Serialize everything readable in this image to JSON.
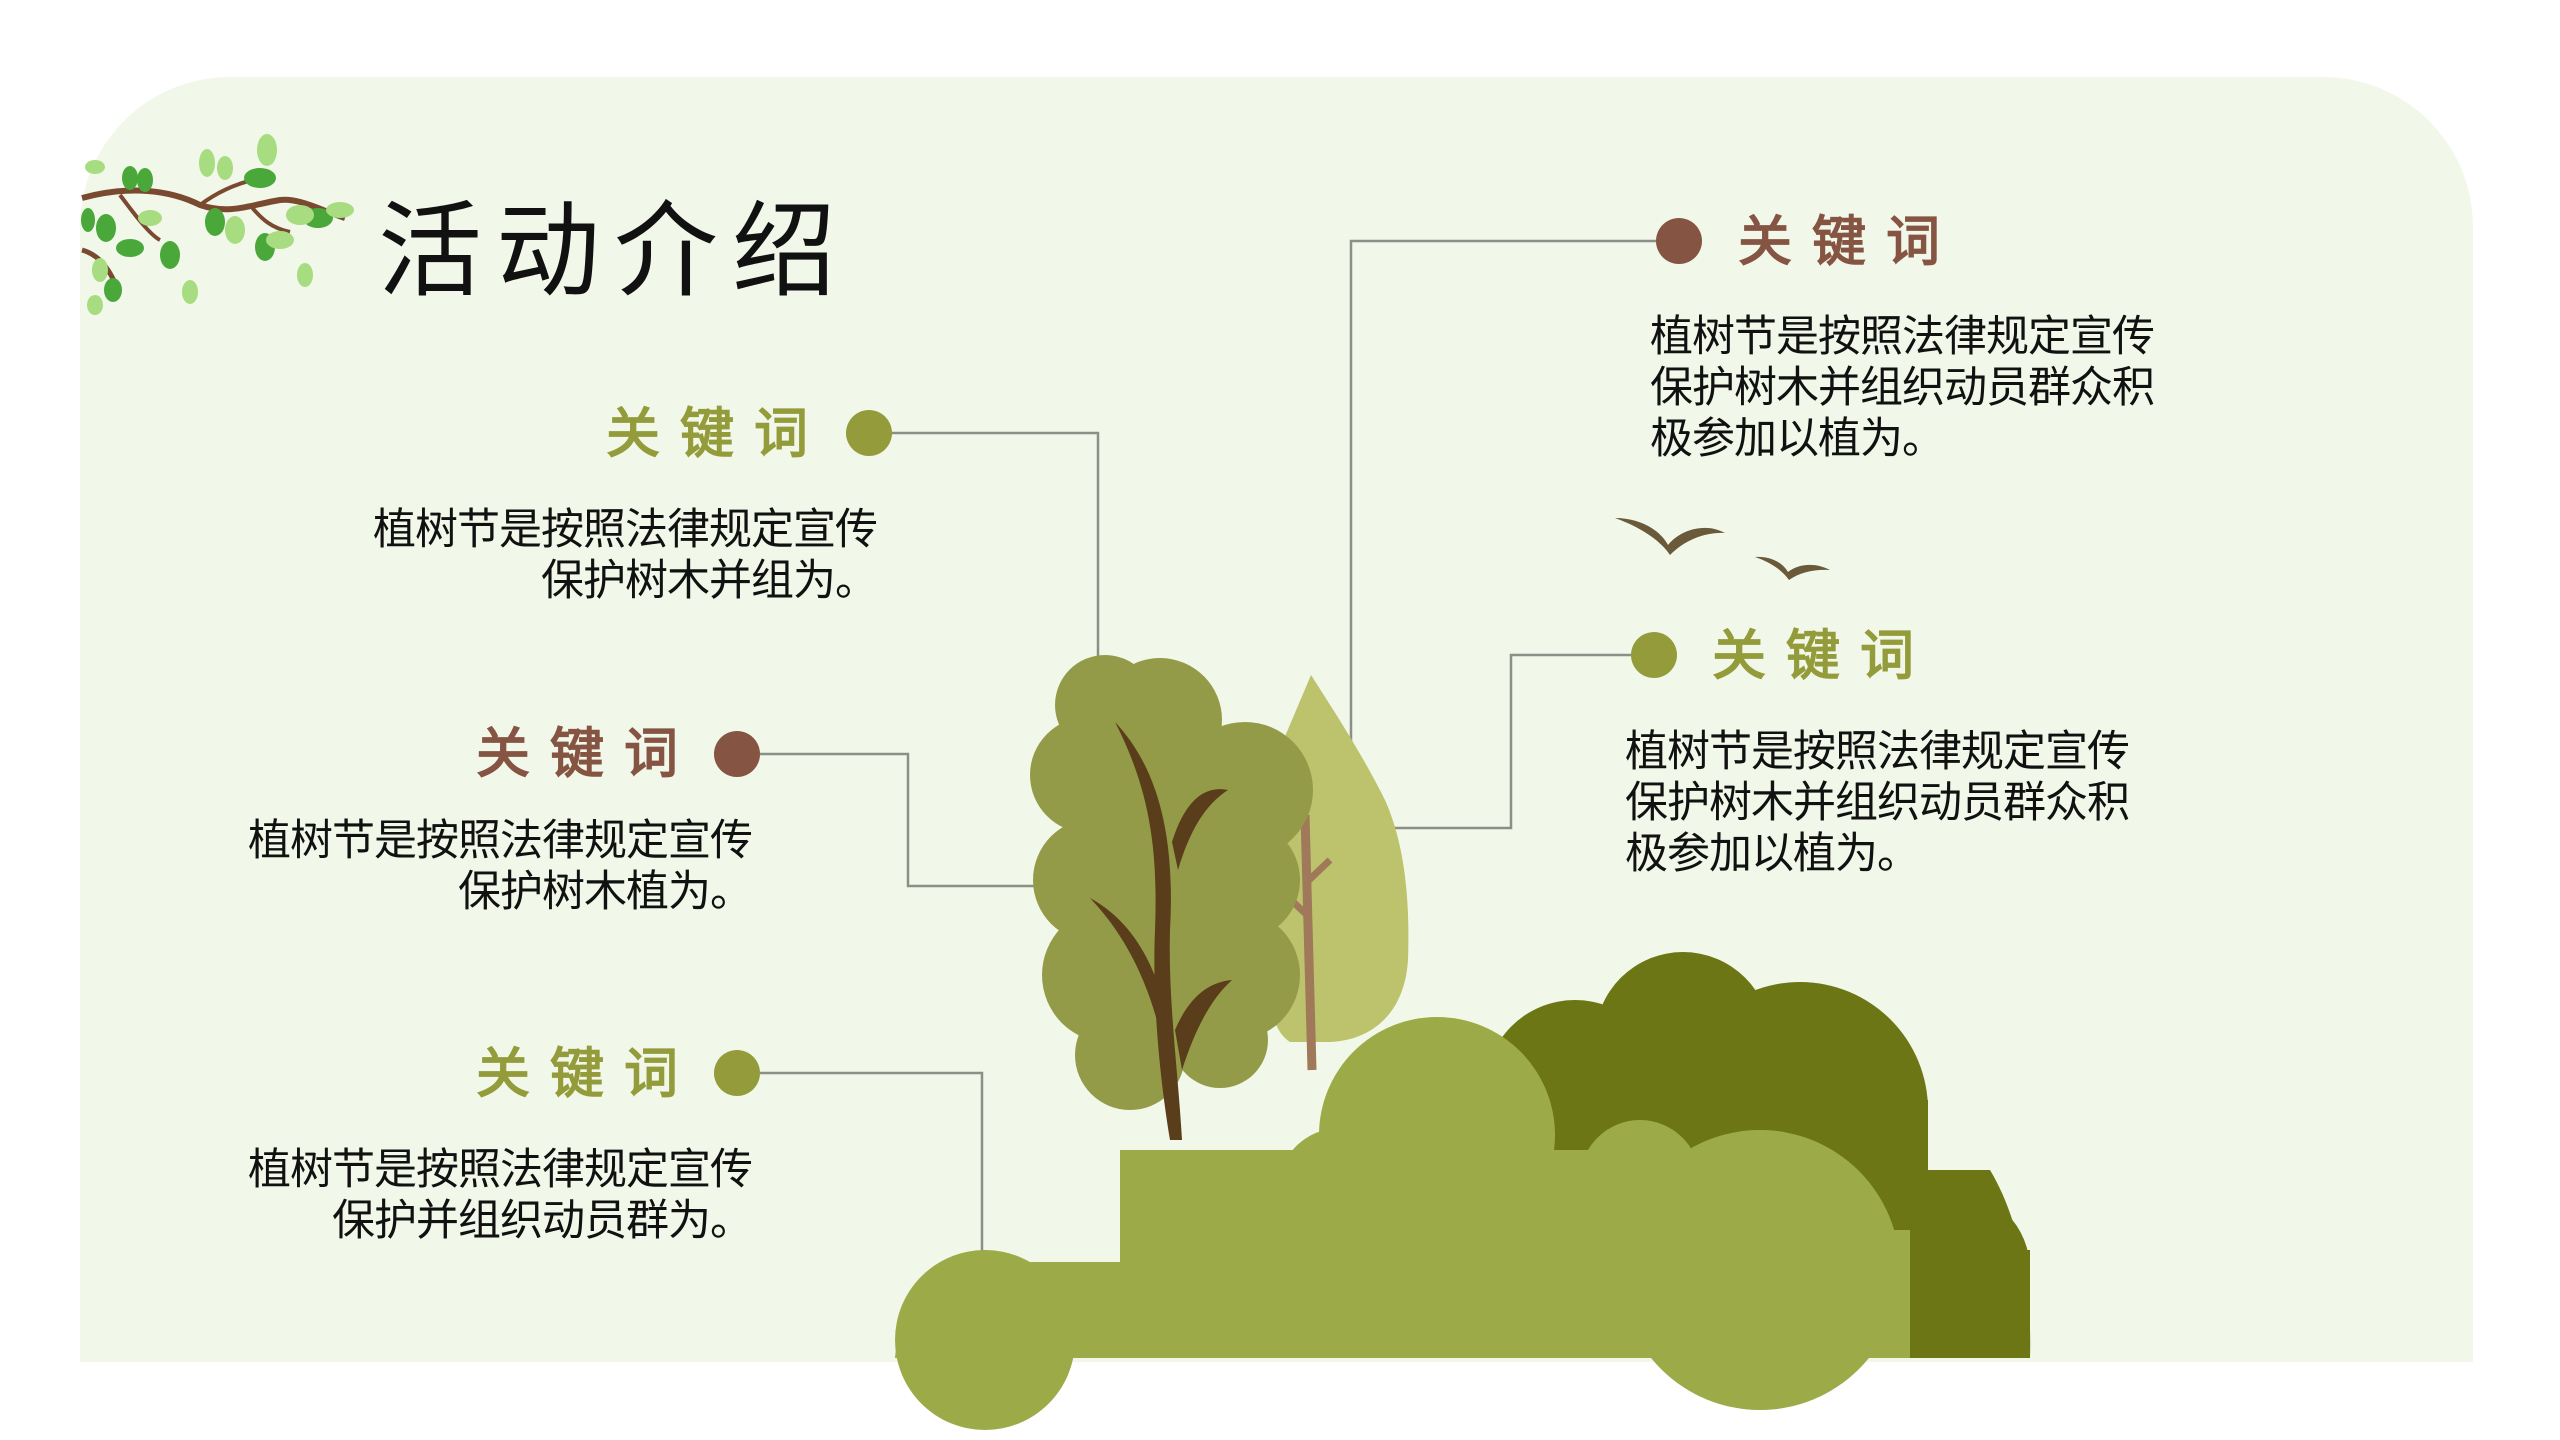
{
  "slide": {
    "title": "活动介绍",
    "colors": {
      "background": "#f1f8e9",
      "olive": "#949b3a",
      "brown": "#855443",
      "line": "#8a8f88",
      "bush_light": "#9daa48",
      "bush_dark": "#6c7614",
      "tree_crown": "#949b48",
      "tree_teardrop": "#bdc36c",
      "trunk_dark": "#5a3d1a",
      "trunk_light": "#a0785a",
      "bird": "#6b5a3a"
    },
    "items": [
      {
        "keyword": "关键词",
        "color": "olive",
        "side": "left",
        "text": "植树节是按照法律规定宣传\n保护树木并组为。"
      },
      {
        "keyword": "关键词",
        "color": "brown",
        "side": "left",
        "text": "植树节是按照法律规定宣传\n保护树木植为。"
      },
      {
        "keyword": "关键词",
        "color": "olive",
        "side": "left",
        "text": "植树节是按照法律规定宣传\n保护并组织动员群为。"
      },
      {
        "keyword": "关键词",
        "color": "brown",
        "side": "right",
        "text": "植树节是按照法律规定宣传\n保护树木并组织动员群众积\n极参加以植为。"
      },
      {
        "keyword": "关键词",
        "color": "olive",
        "side": "right",
        "text": "植树节是按照法律规定宣传\n保护树木并组织动员群众积\n极参加以植为。"
      }
    ],
    "decorations": [
      "branch-with-leaves",
      "trees",
      "bushes",
      "birds"
    ]
  }
}
